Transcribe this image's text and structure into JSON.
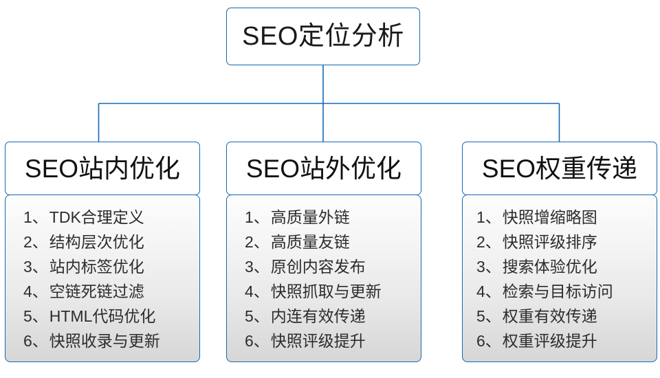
{
  "diagram": {
    "type": "org-chart",
    "title": "SEO定位分析",
    "accent_color": "#1268b3",
    "text_color": "#1a1a1a",
    "background_color": "#ffffff",
    "root": {
      "label": "SEO定位分析"
    },
    "branches": [
      {
        "header": "SEO站内优化",
        "items": [
          {
            "num": "1、",
            "text": "TDK合理定义"
          },
          {
            "num": "2、",
            "text": "结构层次优化"
          },
          {
            "num": "3、",
            "text": "站内标签优化"
          },
          {
            "num": "4、",
            "text": "空链死链过滤"
          },
          {
            "num": "5、",
            "text": "HTML代码优化"
          },
          {
            "num": "6、",
            "text": "快照收录与更新"
          }
        ]
      },
      {
        "header": "SEO站外优化",
        "items": [
          {
            "num": "1、",
            "text": "高质量外链"
          },
          {
            "num": "2、",
            "text": "高质量友链"
          },
          {
            "num": "3、",
            "text": "原创内容发布"
          },
          {
            "num": "4、",
            "text": "快照抓取与更新"
          },
          {
            "num": "5、",
            "text": "内连有效传递"
          },
          {
            "num": "6、",
            "text": "快照评级提升"
          }
        ]
      },
      {
        "header": "SEO权重传递",
        "items": [
          {
            "num": "1、",
            "text": "快照增缩略图"
          },
          {
            "num": "2、",
            "text": "快照评级排序"
          },
          {
            "num": "3、",
            "text": "搜索体验优化"
          },
          {
            "num": "4、",
            "text": "检索与目标访问"
          },
          {
            "num": "5、",
            "text": "权重有效传递"
          },
          {
            "num": "6、",
            "text": "权重评级提升"
          }
        ]
      }
    ]
  }
}
